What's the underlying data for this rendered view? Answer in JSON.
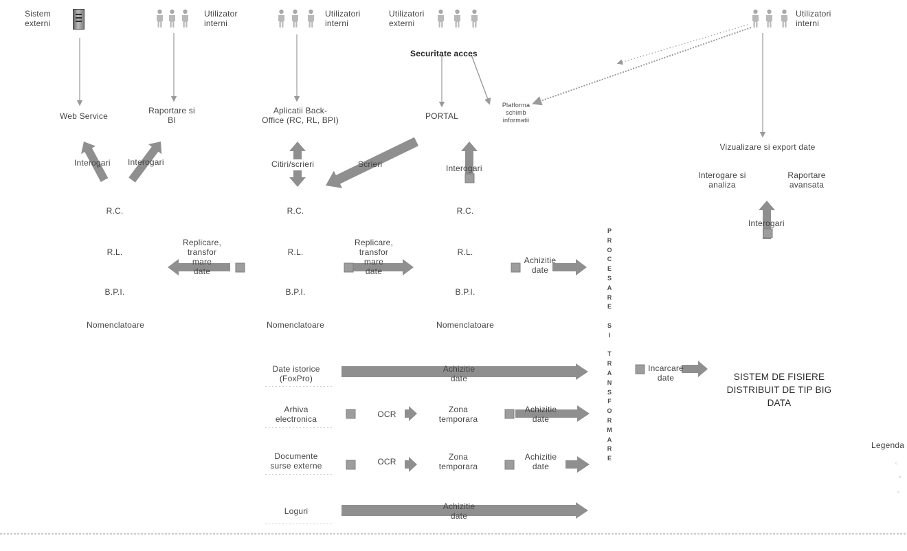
{
  "actors": {
    "sisteme_externe": "Sistem\nexterni",
    "utilizatori_interni_1": "Utilizator\ninterni",
    "utilizatori_interni_2": "Utilizatori\ninterni",
    "utilizatori_externi": "Utilizatori\nexterni",
    "utilizatori_interni_3": "Utilizatori\ninterni"
  },
  "security": "Securitate acces",
  "apps": {
    "web_service": "Web Service",
    "raportare_bi": "Raportare si\nBI",
    "back_office": "Aplicatii Back-\nOffice (RC, RL, BPI)",
    "portal": "PORTAL",
    "platforma": "Platforma\nschimb\ninformatii",
    "vizualizare": "Vizualizare si export date",
    "interogare_analiza": "Interogare si\nanaliza",
    "raportare_avansata": "Raportare\navansata"
  },
  "flows": {
    "interogari_1": "Interogari",
    "interogari_2": "Interogari",
    "citiri_scrieri": "Citiri/scrieri",
    "scrieri": "Scrieri",
    "interogari_3": "Interogari",
    "interogari_4": "Interogari",
    "replicare_1": "Replicare,\ntransfor\nmare\ndate",
    "replicare_2": "Replicare,\ntransfor\nmare\ndate",
    "achizitie_1": "Achizitie\ndate",
    "achizitie_2": "Achizitie\ndate",
    "achizitie_3": "Achizitie\ndate",
    "achizitie_4": "Achizitie\ndate",
    "achizitie_5": "Achizitie\ndate",
    "incarcare": "Incarcare\ndate",
    "ocr_1": "OCR",
    "ocr_2": "OCR",
    "zona_1": "Zona\ntemporara",
    "zona_2": "Zona\ntemporara"
  },
  "db_left": {
    "rc": "R.C.",
    "rl": "R.L.",
    "bpi": "B.P.I.",
    "nom": "Nomenclatoare"
  },
  "db_mid": {
    "rc": "R.C.",
    "rl": "R.L.",
    "bpi": "B.P.I.",
    "nom": "Nomenclatoare"
  },
  "db_right": {
    "rc": "R.C.",
    "rl": "R.L.",
    "bpi": "B.P.I.",
    "nom": "Nomenclatoare"
  },
  "sources": {
    "date_istorice": "Date istorice\n(FoxPro)",
    "arhiva": "Arhiva\nelectronica",
    "documente": "Documente\nsurse externe",
    "loguri": "Loguri"
  },
  "processing_label": [
    "P",
    "R",
    "O",
    "C",
    "E",
    "S",
    "A",
    "R",
    "E",
    "",
    "S",
    "I",
    "",
    "T",
    "R",
    "A",
    "N",
    "S",
    "F",
    "O",
    "R",
    "M",
    "A",
    "R",
    "E"
  ],
  "target": "SISTEM DE FISIERE\nDISTRIBUIT DE TIP BIG\nDATA",
  "legend": {
    "title": "Legenda"
  },
  "colors": {
    "arrow": "#8f8f8f",
    "arrow_dark": "#7a7a7a",
    "line": "#9a9a9a"
  }
}
